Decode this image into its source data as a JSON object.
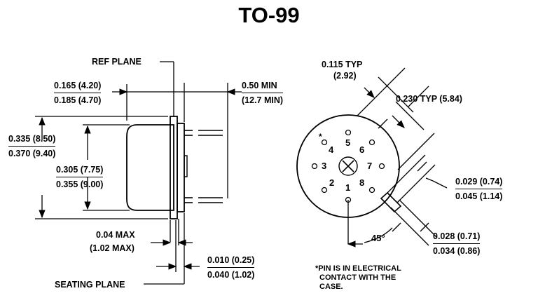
{
  "title": "TO-99",
  "side_view": {
    "ref_plane": "REF PLANE",
    "seating_plane": "SEATING PLANE",
    "dim_length": {
      "top": "0.165 (4.20)",
      "bottom": "0.185 (4.70)"
    },
    "dim_lead": {
      "top": "0.50 MIN",
      "bottom": "(12.7 MIN)"
    },
    "dim_body_dia": {
      "top": "0.335 (8.50)",
      "bottom": "0.370 (9.40)"
    },
    "dim_cap_dia": {
      "top": "0.305 (7.75)",
      "bottom": "0.355 (9.00)"
    },
    "dim_flange": {
      "top": "0.04 MAX",
      "bottom": "(1.02 MAX)"
    },
    "dim_standoff": {
      "top": "0.010 (0.25)",
      "bottom": "0.040 (1.02)"
    }
  },
  "bottom_view": {
    "dim_pin_spacing": {
      "top": "0.115 TYP",
      "bottom": "(2.92)"
    },
    "dim_pin_circle": "0.230 TYP (5.84)",
    "dim_tab_width": {
      "top": "0.029 (0.74)",
      "bottom": "0.045 (1.14)"
    },
    "dim_tab_length": {
      "top": "0.028 (0.71)",
      "bottom": "0.034 (0.86)"
    },
    "angle": "45°",
    "star": "*",
    "pins": [
      "1",
      "2",
      "3",
      "4",
      "5",
      "6",
      "7",
      "8"
    ],
    "note": [
      "*PIN IS IN ELECTRICAL",
      "CONTACT WITH THE",
      "CASE."
    ]
  }
}
